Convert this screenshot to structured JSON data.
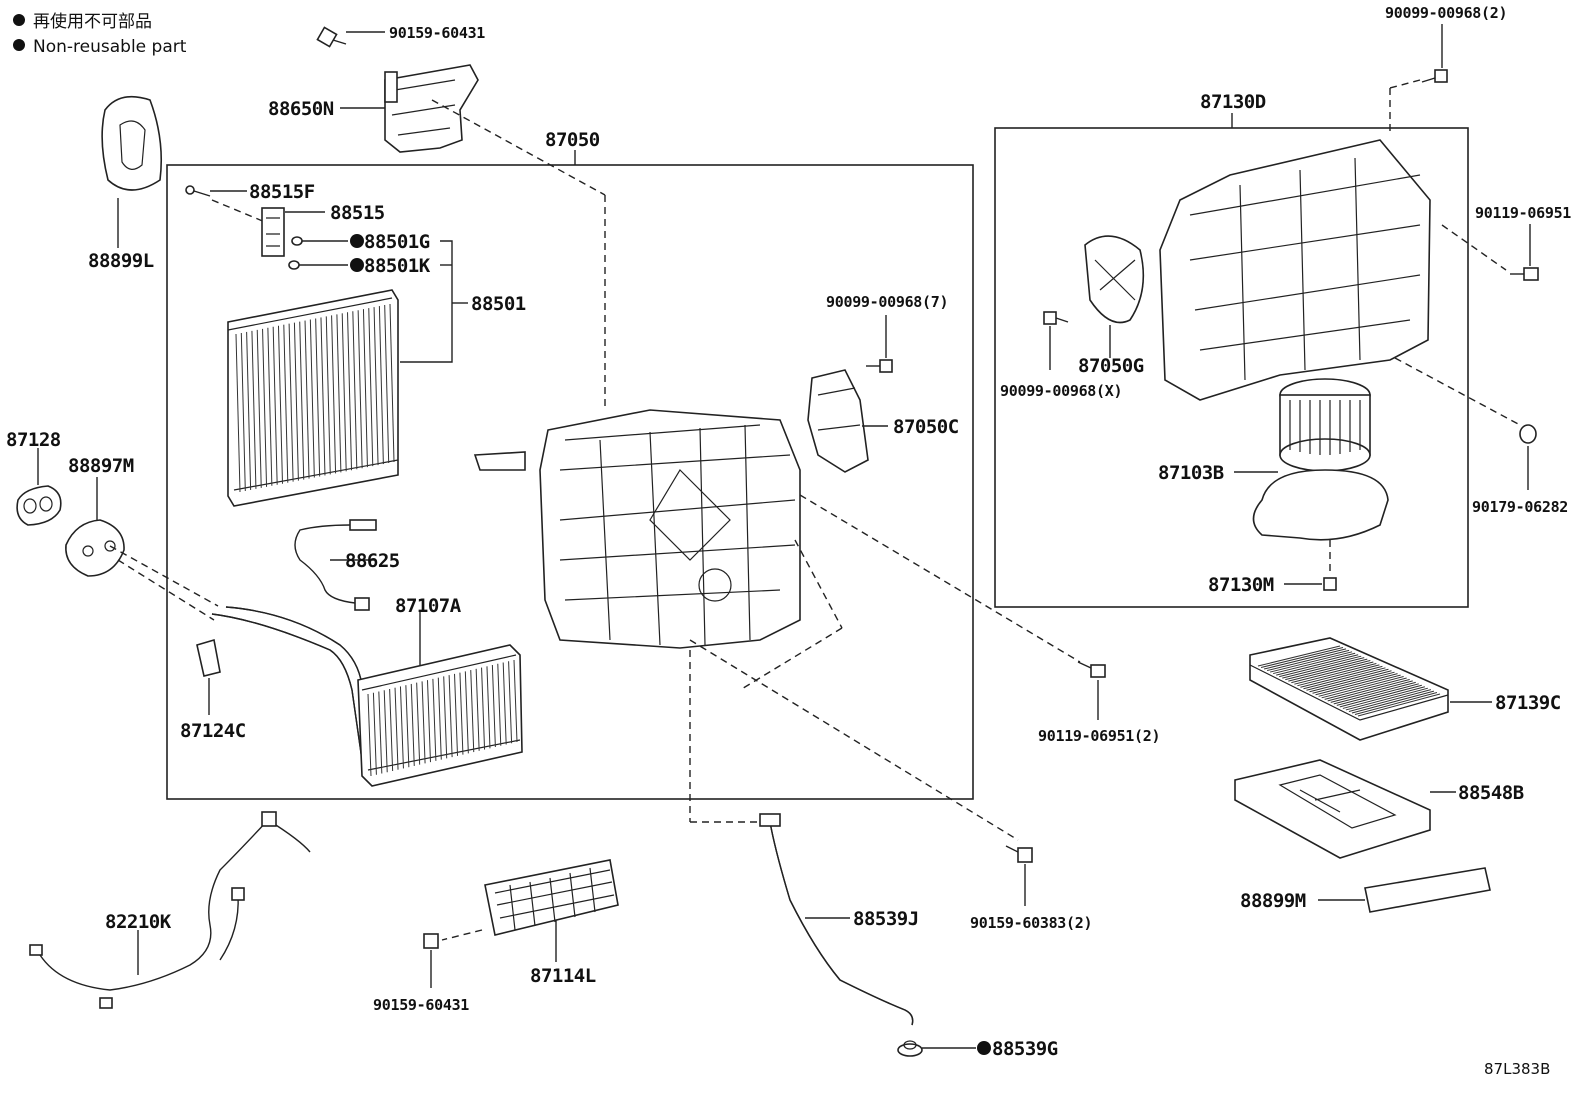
{
  "legend": {
    "bullet": "●",
    "line_jp": "再使用不可部品",
    "line_en": "Non-reusable part"
  },
  "diagram_id": "87L383B",
  "labels": {
    "p90159_60431_top": "90159-60431",
    "p88650N": "88650N",
    "p87050": "87050",
    "p88515F": "88515F",
    "p88515": "88515",
    "p88501G": "88501G",
    "p88501K": "88501K",
    "p88501": "88501",
    "p88899L": "88899L",
    "p87128": "87128",
    "p88897M": "88897M",
    "p88625": "88625",
    "p87107A": "87107A",
    "p87124C": "87124C",
    "p90099_00968_7": "90099-00968(7)",
    "p87050C": "87050C",
    "p90099_00968_2": "90099-00968(2)",
    "p87130D": "87130D",
    "p90119_06951": "90119-06951",
    "p87050G": "87050G",
    "p90099_00968_X": "90099-00968(X)",
    "p87103B": "87103B",
    "p90179_06282": "90179-06282",
    "p87130M": "87130M",
    "p90119_06951_2": "90119-06951(2)",
    "p87139C": "87139C",
    "p88548B": "88548B",
    "p88899M": "88899M",
    "p82210K": "82210K",
    "p87114L": "87114L",
    "p90159_60431_bot": "90159-60431",
    "p88539J": "88539J",
    "p90159_60383_2": "90159-60383(2)",
    "p88539G": "88539G"
  },
  "non_reusable_marker": "●"
}
